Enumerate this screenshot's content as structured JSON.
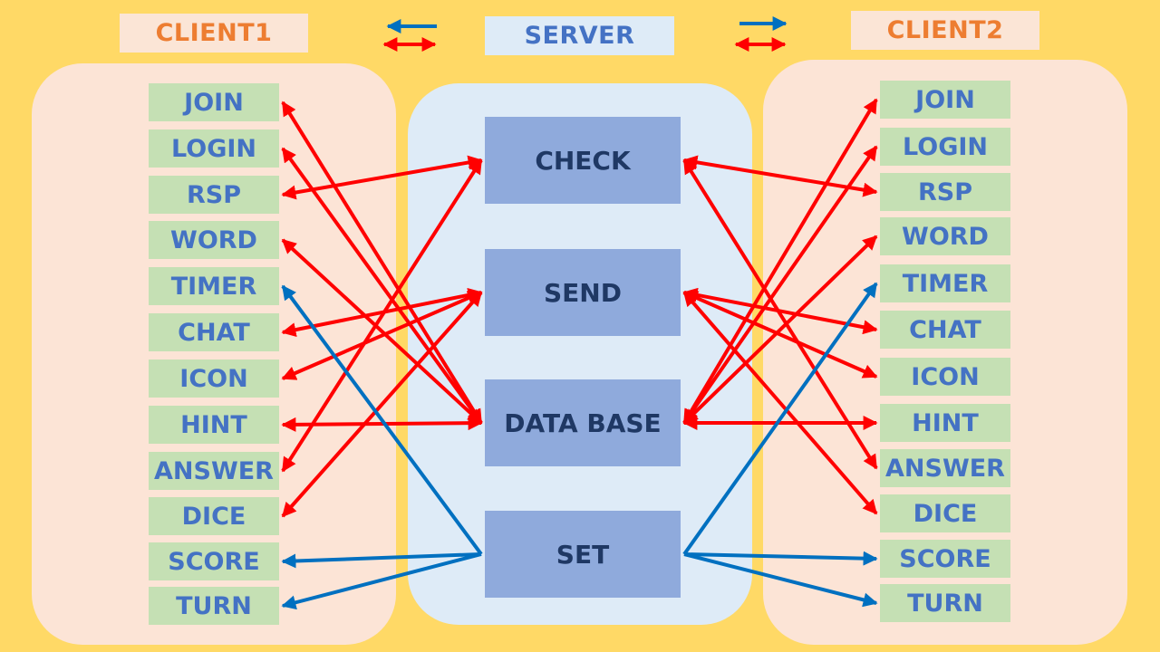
{
  "titles": {
    "client1": "CLIENT1",
    "server": "SERVER",
    "client2": "CLIENT2"
  },
  "client_items": [
    "JOIN",
    "LOGIN",
    "RSP",
    "WORD",
    "TIMER",
    "CHAT",
    "ICON",
    "HINT",
    "ANSWER",
    "DICE",
    "SCORE",
    "TURN"
  ],
  "server_boxes": [
    "CHECK",
    "SEND",
    "DATA BASE",
    "SET"
  ],
  "colors": {
    "background": "#ffd966",
    "client_panel": "#fce4d6",
    "server_panel": "#deebf7",
    "item_fill": "#c5e0b4",
    "item_text": "#4472c4",
    "server_box_fill": "#8faadc",
    "server_box_text": "#1f3864",
    "client_title_text": "#ed7d31",
    "red_arrow": "#ff0000",
    "blue_arrow": "#0070c0"
  },
  "connections": [
    {
      "client": "client1",
      "item": "JOIN",
      "server": "DATA BASE",
      "color": "red",
      "direction": "both"
    },
    {
      "client": "client1",
      "item": "LOGIN",
      "server": "DATA BASE",
      "color": "red",
      "direction": "both"
    },
    {
      "client": "client1",
      "item": "RSP",
      "server": "CHECK",
      "color": "red",
      "direction": "both"
    },
    {
      "client": "client1",
      "item": "WORD",
      "server": "DATA BASE",
      "color": "red",
      "direction": "both"
    },
    {
      "client": "client1",
      "item": "CHAT",
      "server": "SEND",
      "color": "red",
      "direction": "both"
    },
    {
      "client": "client1",
      "item": "ICON",
      "server": "SEND",
      "color": "red",
      "direction": "both"
    },
    {
      "client": "client1",
      "item": "HINT",
      "server": "DATA BASE",
      "color": "red",
      "direction": "both"
    },
    {
      "client": "client1",
      "item": "ANSWER",
      "server": "CHECK",
      "color": "red",
      "direction": "both"
    },
    {
      "client": "client1",
      "item": "DICE",
      "server": "SEND",
      "color": "red",
      "direction": "both"
    },
    {
      "client": "client1",
      "item": "TIMER",
      "server": "SET",
      "color": "blue",
      "direction": "to-client"
    },
    {
      "client": "client1",
      "item": "SCORE",
      "server": "SET",
      "color": "blue",
      "direction": "to-client"
    },
    {
      "client": "client1",
      "item": "TURN",
      "server": "SET",
      "color": "blue",
      "direction": "to-client"
    },
    {
      "client": "client2",
      "item": "JOIN",
      "server": "DATA BASE",
      "color": "red",
      "direction": "both"
    },
    {
      "client": "client2",
      "item": "LOGIN",
      "server": "DATA BASE",
      "color": "red",
      "direction": "both"
    },
    {
      "client": "client2",
      "item": "RSP",
      "server": "CHECK",
      "color": "red",
      "direction": "both"
    },
    {
      "client": "client2",
      "item": "WORD",
      "server": "DATA BASE",
      "color": "red",
      "direction": "both"
    },
    {
      "client": "client2",
      "item": "CHAT",
      "server": "SEND",
      "color": "red",
      "direction": "both"
    },
    {
      "client": "client2",
      "item": "ICON",
      "server": "SEND",
      "color": "red",
      "direction": "both"
    },
    {
      "client": "client2",
      "item": "HINT",
      "server": "DATA BASE",
      "color": "red",
      "direction": "both"
    },
    {
      "client": "client2",
      "item": "ANSWER",
      "server": "CHECK",
      "color": "red",
      "direction": "both"
    },
    {
      "client": "client2",
      "item": "DICE",
      "server": "SEND",
      "color": "red",
      "direction": "both"
    },
    {
      "client": "client2",
      "item": "TIMER",
      "server": "SET",
      "color": "blue",
      "direction": "to-client"
    },
    {
      "client": "client2",
      "item": "SCORE",
      "server": "SET",
      "color": "blue",
      "direction": "to-client"
    },
    {
      "client": "client2",
      "item": "TURN",
      "server": "SET",
      "color": "blue",
      "direction": "to-client"
    }
  ]
}
